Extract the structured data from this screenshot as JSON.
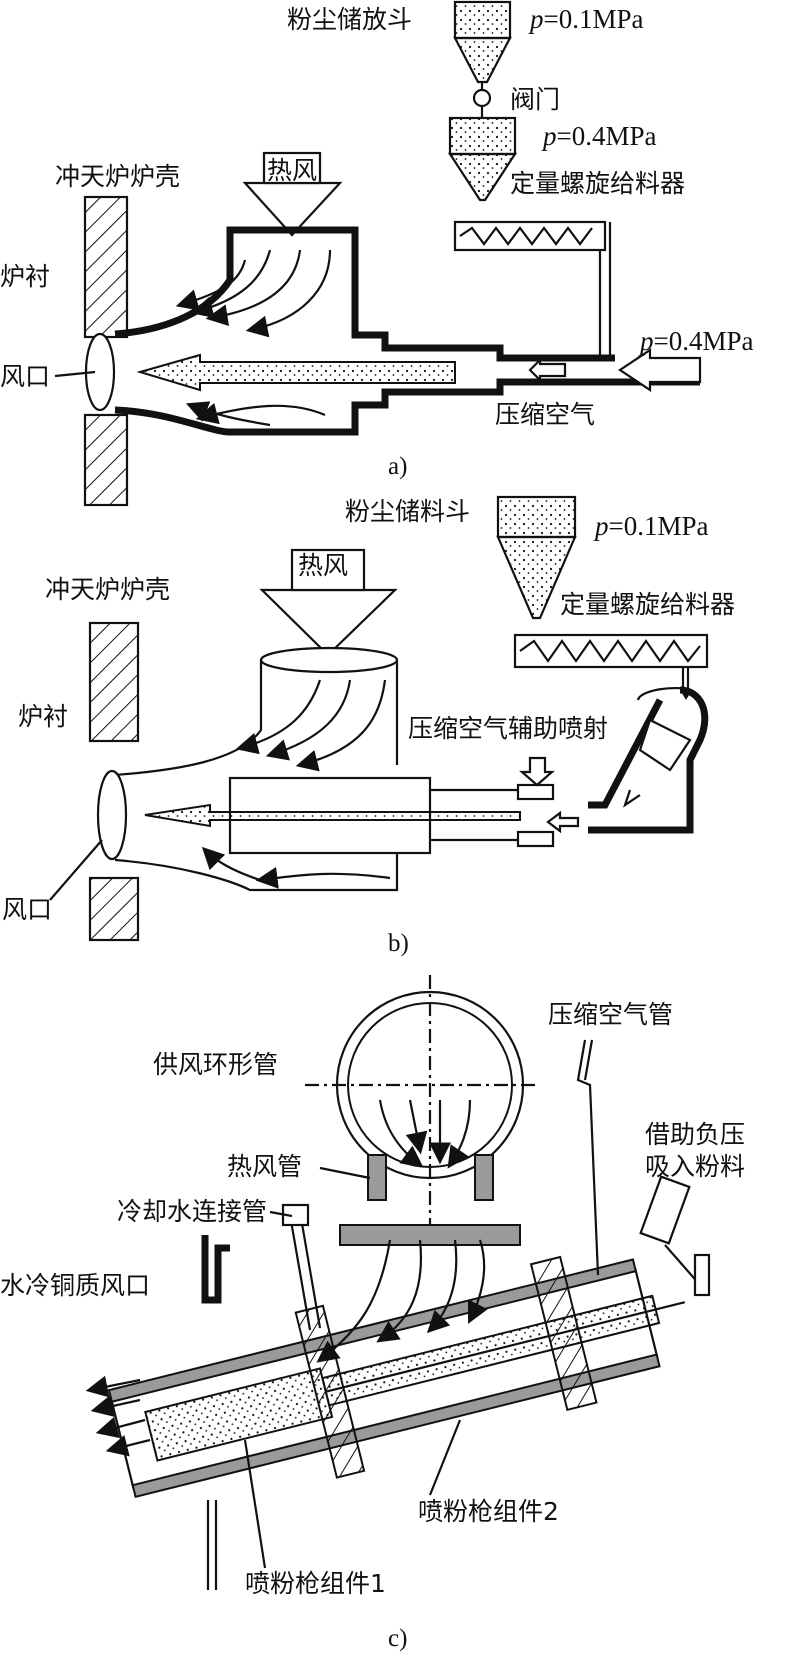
{
  "panel_a": {
    "hopper": "粉尘储放斗",
    "hopper_p": "=0.1MPa",
    "valve": "阀门",
    "feeder_p": "=0.4MPa",
    "feeder": "定量螺旋给料器",
    "hot_air": "热风",
    "shell": "冲天炉炉壳",
    "lining": "炉衬",
    "tuyere": "风口",
    "air_p": "=0.4MPa",
    "compressed_air": "压缩空气",
    "caption": "a)"
  },
  "panel_b": {
    "hopper": "粉尘储料斗",
    "hopper_p": "=0.1MPa",
    "feeder": "定量螺旋给料器",
    "hot_air": "热风",
    "shell": "冲天炉炉壳",
    "lining": "炉衬",
    "assist": "压缩空气辅助喷射",
    "tuyere": "风口",
    "caption": "b)"
  },
  "panel_c": {
    "compressed_pipe": "压缩空气管",
    "ring_pipe": "供风环形管",
    "suction_1": "借助负压",
    "suction_2": "吸入粉料",
    "hot_pipe": "热风管",
    "cooling_pipe": "冷却水连接管",
    "copper_tuyere": "水冷铜质风口",
    "gun2": "喷粉枪组件2",
    "gun1": "喷粉枪组件1",
    "caption": "c)"
  },
  "p_symbol": "p"
}
